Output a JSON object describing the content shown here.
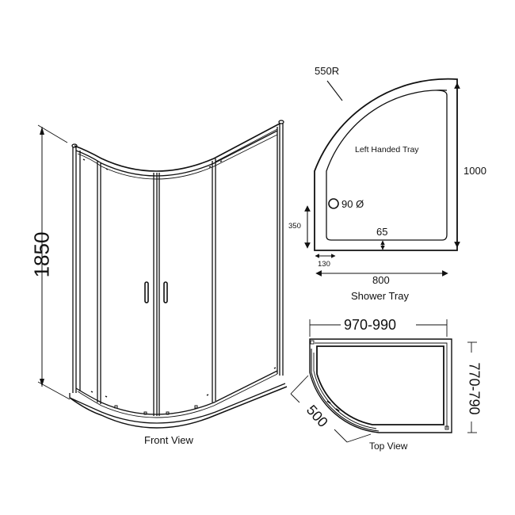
{
  "front_view": {
    "caption": "Front View",
    "height_dimension": "1850"
  },
  "shower_tray": {
    "caption": "Shower Tray",
    "label": "Left Handed Tray",
    "radius": "550R",
    "depth": "1000",
    "width": "800",
    "waste_label": "90 Ø",
    "waste_offset_side": "130",
    "waste_offset_from_bottom": "350",
    "rim_offset": "65"
  },
  "top_view": {
    "caption": "Top View",
    "width_range": "970-990",
    "depth_range": "770-790",
    "door_dimension": "500"
  },
  "colors": {
    "line": "#111111",
    "background": "#ffffff"
  }
}
